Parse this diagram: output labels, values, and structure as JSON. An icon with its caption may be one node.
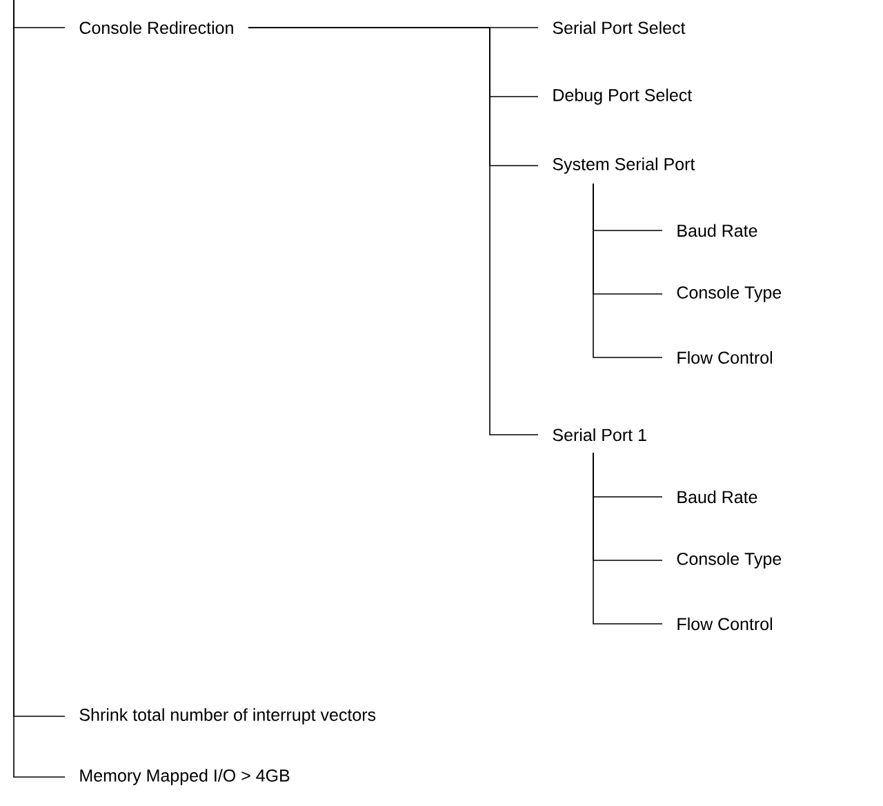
{
  "diagram": {
    "nodes": [
      {
        "text": [
          "Console Redirection"
        ]
      },
      {
        "text": [
          "Serial Port Select"
        ]
      },
      {
        "text": [
          "Debug Port Select"
        ]
      },
      {
        "text": [
          "System Serial Port"
        ]
      },
      {
        "text": [
          "Baud Rate"
        ]
      },
      {
        "text": [
          "Console Type"
        ]
      },
      {
        "text": [
          "Flow Control"
        ]
      },
      {
        "text": [
          "Serial Port 1"
        ]
      },
      {
        "text": [
          "Baud Rate"
        ]
      },
      {
        "text": [
          "Console Type"
        ]
      },
      {
        "text": [
          "Flow Control"
        ]
      },
      {
        "text": [
          "Shrink total number of interrupt vectors"
        ]
      },
      {
        "text": [
          "Memory Mapped I/O > 4GB"
        ]
      }
    ],
    "edges": [
      {
        "from": null,
        "to": 0,
        "arrow": "none"
      },
      {
        "from": null,
        "to": 11,
        "arrow": "none"
      },
      {
        "from": null,
        "to": 12,
        "arrow": "none"
      },
      {
        "from": 0,
        "to": 1,
        "arrow": "none"
      },
      {
        "from": 0,
        "to": 2,
        "arrow": "none"
      },
      {
        "from": 0,
        "to": 3,
        "arrow": "none"
      },
      {
        "from": 0,
        "to": 7,
        "arrow": "none"
      },
      {
        "from": 3,
        "to": 4,
        "arrow": "none"
      },
      {
        "from": 3,
        "to": 5,
        "arrow": "none"
      },
      {
        "from": 3,
        "to": 6,
        "arrow": "none"
      },
      {
        "from": 7,
        "to": 8,
        "arrow": "none"
      },
      {
        "from": 7,
        "to": 9,
        "arrow": "none"
      },
      {
        "from": 7,
        "to": 10,
        "arrow": "none"
      }
    ]
  }
}
